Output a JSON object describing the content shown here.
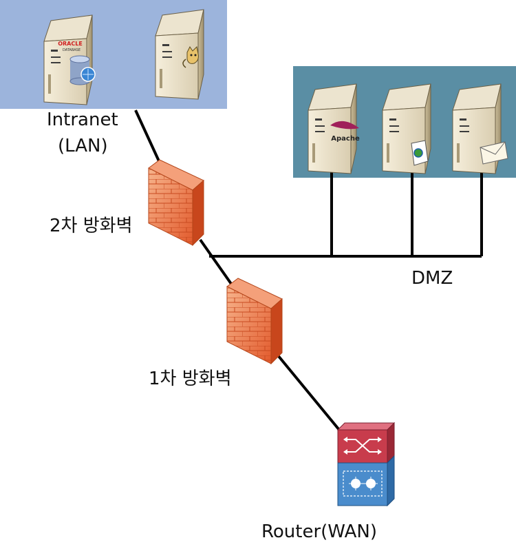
{
  "zones": {
    "intranet_label_line1": "Intranet",
    "intranet_label_line2": "(LAN)",
    "dmz_label": "DMZ"
  },
  "firewalls": {
    "inner_label": "2차 방화벽",
    "outer_label": "1차 방화벽"
  },
  "router": {
    "label": "Router(WAN)"
  },
  "server_logos": {
    "oracle_line1": "ORACLE",
    "oracle_line2": "DATABASE",
    "apache": "Apache"
  },
  "icons": [
    "oracle-db-server-icon",
    "tomcat-server-icon",
    "apache-server-icon",
    "web-server-icon",
    "mail-server-icon",
    "firewall-icon",
    "router-icon"
  ],
  "colors": {
    "lan_zone": "#9cb4dc",
    "dmz_zone": "#5a8ea4",
    "firewall": "#e8673a",
    "router_top": "#c83c4c",
    "router_bottom": "#4a8ccc",
    "link": "#000000"
  }
}
